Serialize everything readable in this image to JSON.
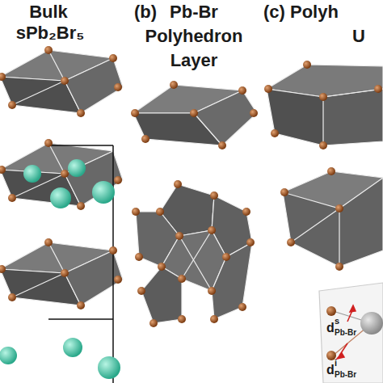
{
  "diagram": {
    "labels": [
      "Bulk",
      "sPb₂Br₅",
      "(b)",
      "Pb-Br",
      "Polyhedron",
      "Layer",
      "(c) Polyh",
      "U",
      "d",
      "s",
      "Pb-Br",
      "d",
      "i",
      "Pb-Br"
    ]
  }
}
